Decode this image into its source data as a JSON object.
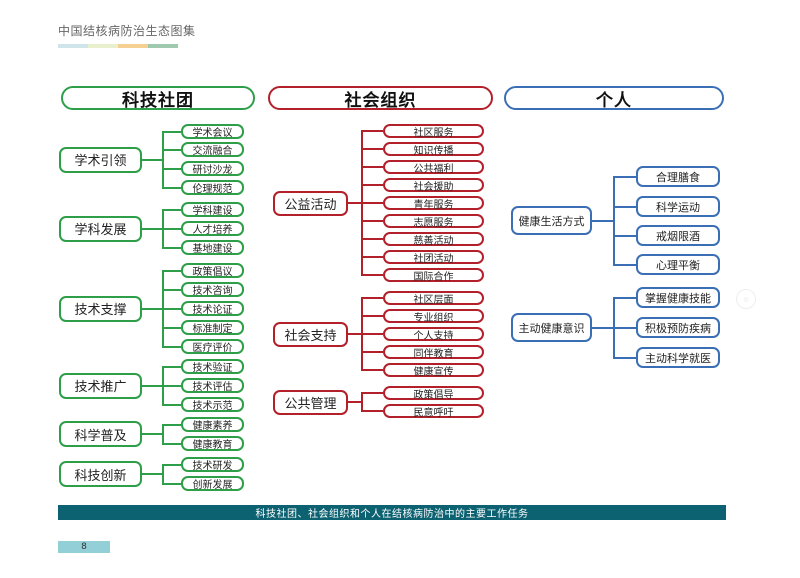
{
  "page": {
    "title": "中国结核病防治生态图集",
    "strip_colors": [
      "#cfe5ea",
      "#e9f0cd",
      "#f6cf93",
      "#9fcab0"
    ],
    "caption": "科技社团、社会组织和个人在结核病防治中的主要工作任务",
    "page_number": "8"
  },
  "columns": [
    {
      "key": "green",
      "header": "科技社团",
      "color": "#2e9e48",
      "groups": [
        {
          "label": "学术引领",
          "items": [
            "学术会议",
            "交流融合",
            "研讨沙龙",
            "伦理规范"
          ]
        },
        {
          "label": "学科发展",
          "items": [
            "学科建设",
            "人才培养",
            "基地建设"
          ]
        },
        {
          "label": "技术支撑",
          "items": [
            "政策倡议",
            "技术咨询",
            "技术论证",
            "标准制定",
            "医疗评价"
          ]
        },
        {
          "label": "技术推广",
          "items": [
            "技术验证",
            "技术评估",
            "技术示范"
          ]
        },
        {
          "label": "科学普及",
          "items": [
            "健康素养",
            "健康教育"
          ]
        },
        {
          "label": "科技创新",
          "items": [
            "技术研发",
            "创新发展"
          ]
        }
      ]
    },
    {
      "key": "red",
      "header": "社会组织",
      "color": "#b3202a",
      "groups": [
        {
          "label": "公益活动",
          "items": [
            "社区服务",
            "知识传播",
            "公共福利",
            "社会援助",
            "青年服务",
            "志愿服务",
            "慈善活动",
            "社团活动",
            "国际合作"
          ]
        },
        {
          "label": "社会支持",
          "items": [
            "社区层面",
            "专业组织",
            "个人支持",
            "同伴教育",
            "健康宣传"
          ]
        },
        {
          "label": "公共管理",
          "items": [
            "政策倡导",
            "民意呼吁"
          ]
        }
      ]
    },
    {
      "key": "blue",
      "header": "个人",
      "color": "#3a6fb5",
      "groups": [
        {
          "label": "健康生活方式",
          "items": [
            "合理膳食",
            "科学运动",
            "戒烟限酒",
            "心理平衡"
          ]
        },
        {
          "label": "主动健康意识",
          "items": [
            "掌握健康技能",
            "积极预防疾病",
            "主动科学就医"
          ]
        }
      ]
    }
  ]
}
